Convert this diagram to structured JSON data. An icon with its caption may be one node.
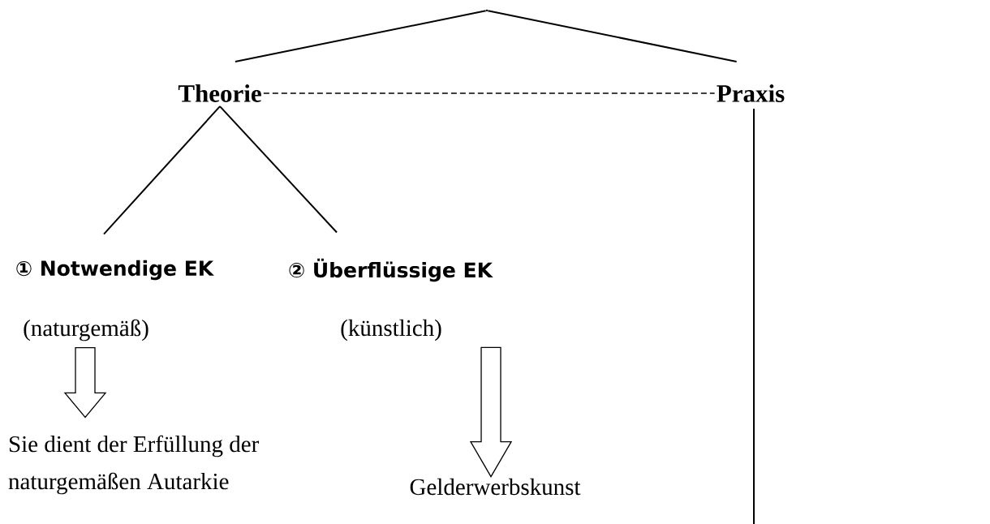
{
  "diagram": {
    "nodes": [
      {
        "text": [],
        "shape": "point"
      },
      {
        "text": [
          "Theorie"
        ]
      },
      {
        "text": [
          "Praxis"
        ]
      },
      {
        "text": [
          "① Notwendige EK"
        ]
      },
      {
        "text": [
          "② Überflüssige EK"
        ]
      },
      {
        "text": [
          "(naturgemäß)"
        ]
      },
      {
        "text": [
          "(künstlich)"
        ]
      },
      {
        "text": [
          "Sie dient der Erfüllung der naturgemäßen Autarkie"
        ]
      },
      {
        "text": [
          "Gelderwerbskunst"
        ]
      }
    ],
    "edges": [
      {
        "from": 0,
        "to": 1,
        "arrow": "none"
      },
      {
        "from": 0,
        "to": 2,
        "arrow": "none"
      },
      {
        "from": 1,
        "to": 2,
        "arrow": "none",
        "style": "dashed"
      },
      {
        "from": 1,
        "to": 3,
        "arrow": "none"
      },
      {
        "from": 1,
        "to": 4,
        "arrow": "none"
      },
      {
        "from": 5,
        "to": 7,
        "arrow": "to"
      },
      {
        "from": 6,
        "to": 8,
        "arrow": "to"
      },
      {
        "from": 2,
        "to": null,
        "arrow": "none"
      }
    ]
  }
}
